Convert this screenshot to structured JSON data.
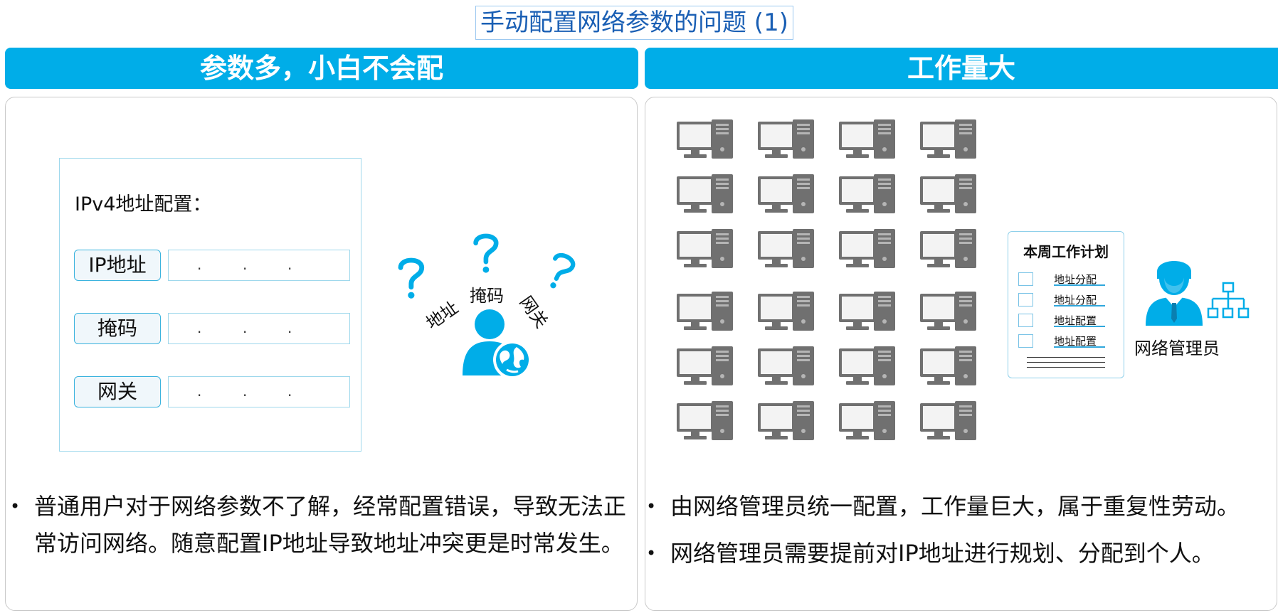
{
  "title": "手动配置网络参数的问题 (1)",
  "left": {
    "header": "参数多，小白不会配",
    "form": {
      "title": "IPv4地址配置：",
      "fields": [
        {
          "label": "IP地址",
          "dots": [
            "·",
            "·",
            "·"
          ]
        },
        {
          "label": "掩码",
          "dots": [
            "·",
            "·",
            "·"
          ]
        },
        {
          "label": "网关",
          "dots": [
            "·",
            "·",
            "·"
          ]
        }
      ]
    },
    "confusion_labels": [
      "地址",
      "掩码",
      "网关"
    ],
    "bullets": [
      "普通用户对于网络参数不了解，经常配置错误，导致无法正常访问网络。随意配置IP地址导致地址冲突更是时常发生。"
    ]
  },
  "right": {
    "header": "工作量大",
    "computers": {
      "rows": 6,
      "cols": 4,
      "icon": "desktop-computer-icon"
    },
    "plan": {
      "title": "本周工作计划",
      "items": [
        "地址分配",
        "地址分配",
        "地址配置",
        "地址配置"
      ]
    },
    "admin_label": "网络管理员",
    "bullets": [
      "由网络管理员统一配置，工作量巨大，属于重复性劳动。",
      "网络管理员需要提前对IP地址进行规划、分配到个人。"
    ]
  },
  "colors": {
    "accent": "#00ade8",
    "title_text": "#1a5fb4",
    "icon_gray": "#707070"
  }
}
